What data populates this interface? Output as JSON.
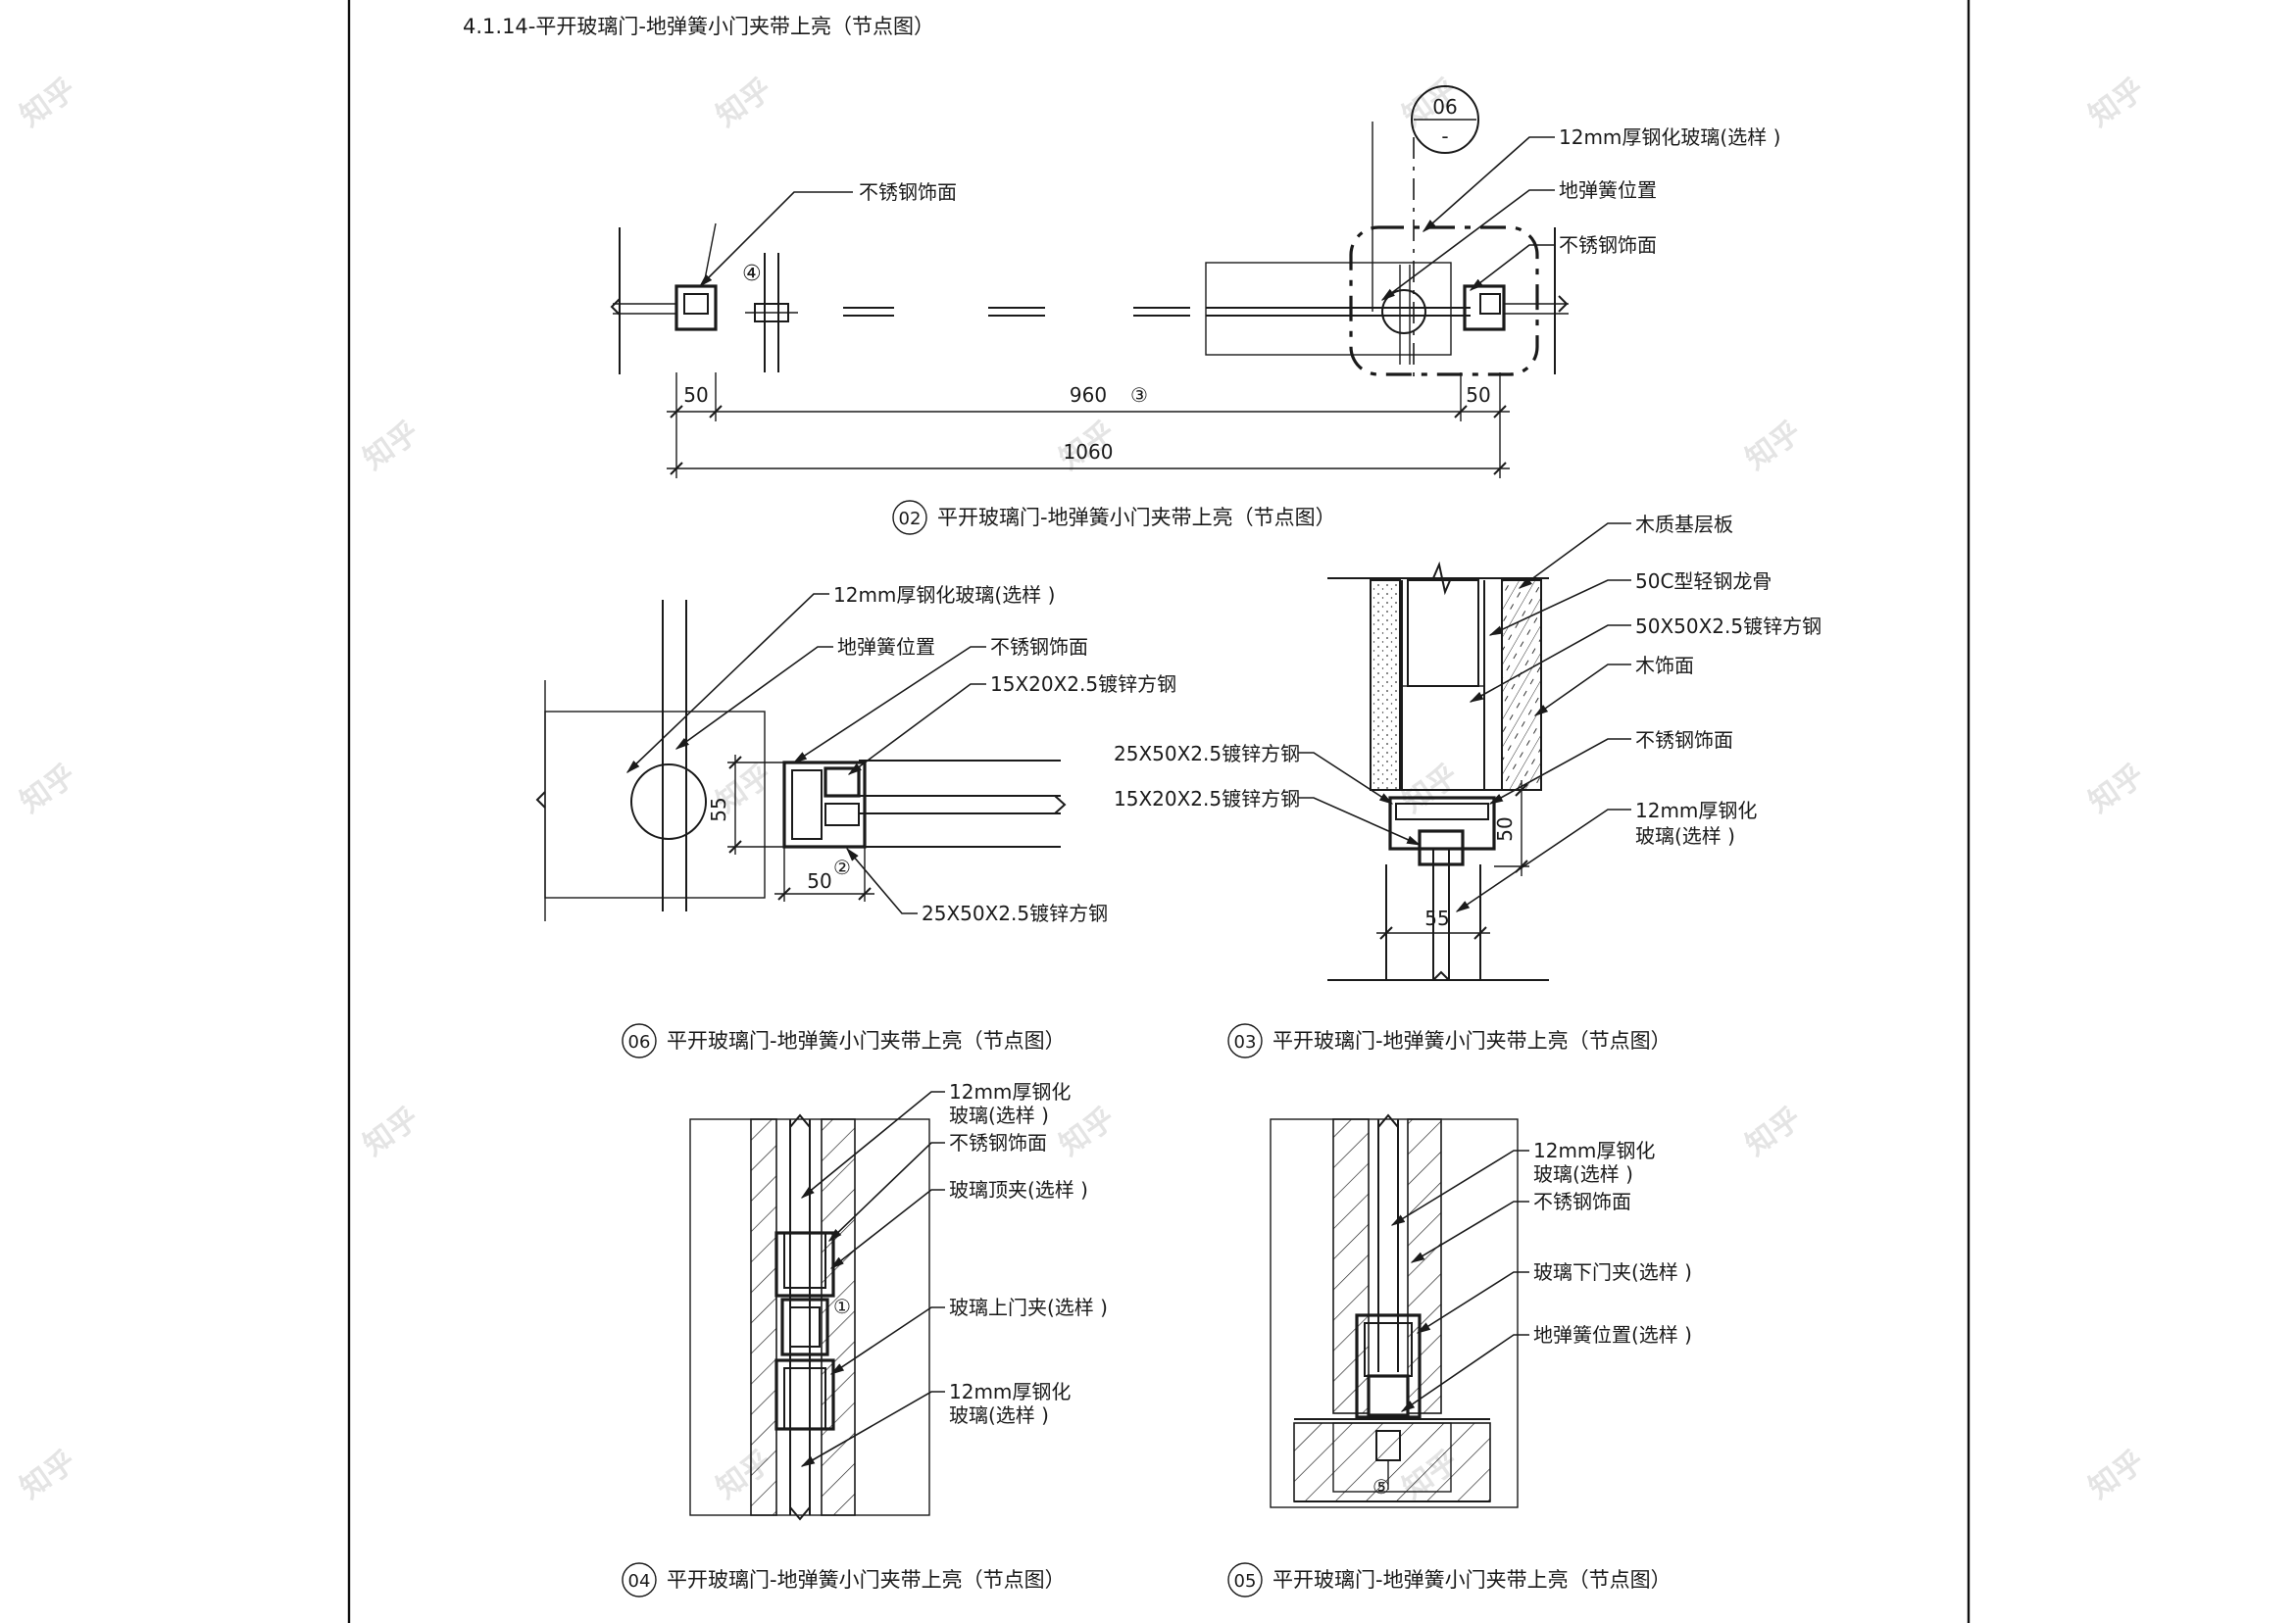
{
  "sheet": {
    "header": "4.1.14-平开玻璃门-地弹簧小门夹带上亮（节点图）",
    "watermark": "知乎"
  },
  "detail_02": {
    "caption_no": "02",
    "caption": "平开玻璃门-地弹簧小门夹带上亮（节点图）",
    "callout_top": "06",
    "callout_bottom": "-",
    "marker_a": "④",
    "marker_b": "③",
    "labels": {
      "glass": "12mm厚钢化玻璃(选样 )",
      "floor_spring": "地弹簧位置",
      "ss_left": "不锈钢饰面",
      "ss_right": "不锈钢饰面"
    },
    "dims": {
      "left": "50",
      "mid": "960",
      "right": "50",
      "total": "1060"
    }
  },
  "detail_06": {
    "caption_no": "06",
    "caption": "平开玻璃门-地弹簧小门夹带上亮（节点图）",
    "marker": "②",
    "labels": {
      "glass": "12mm厚钢化玻璃(选样 )",
      "floor_spring": "地弹簧位置",
      "ss": "不锈钢饰面",
      "tube_small": "15X20X2.5镀锌方钢",
      "tube_large": "25X50X2.5镀锌方钢"
    },
    "dims": {
      "v": "55",
      "h": "50"
    }
  },
  "detail_03": {
    "caption_no": "03",
    "caption": "平开玻璃门-地弹簧小门夹带上亮（节点图）",
    "labels": {
      "wood_base": "木质基层板",
      "keel": "50C型轻钢龙骨",
      "tube_50": "50X50X2.5镀锌方钢",
      "wood_face": "木饰面",
      "ss": "不锈钢饰面",
      "glass_1": "12mm厚钢化",
      "glass_2": "玻璃(选样 )",
      "tube_large": "25X50X2.5镀锌方钢",
      "tube_small": "15X20X2.5镀锌方钢"
    },
    "dims": {
      "v": "50",
      "h": "55"
    }
  },
  "detail_04": {
    "caption_no": "04",
    "caption": "平开玻璃门-地弹簧小门夹带上亮（节点图）",
    "marker": "①",
    "labels": {
      "glass_top_1": "12mm厚钢化",
      "glass_top_2": "玻璃(选样 )",
      "ss": "不锈钢饰面",
      "top_clamp": "玻璃顶夹(选样 )",
      "upper_clamp": "玻璃上门夹(选样 )",
      "glass_bot_1": "12mm厚钢化",
      "glass_bot_2": "玻璃(选样 )"
    }
  },
  "detail_05": {
    "caption_no": "05",
    "caption": "平开玻璃门-地弹簧小门夹带上亮（节点图）",
    "marker": "⑤",
    "labels": {
      "glass_1": "12mm厚钢化",
      "glass_2": "玻璃(选样 )",
      "ss": "不锈钢饰面",
      "lower_clamp": "玻璃下门夹(选样 )",
      "floor_spring": "地弹簧位置(选样 )"
    }
  }
}
